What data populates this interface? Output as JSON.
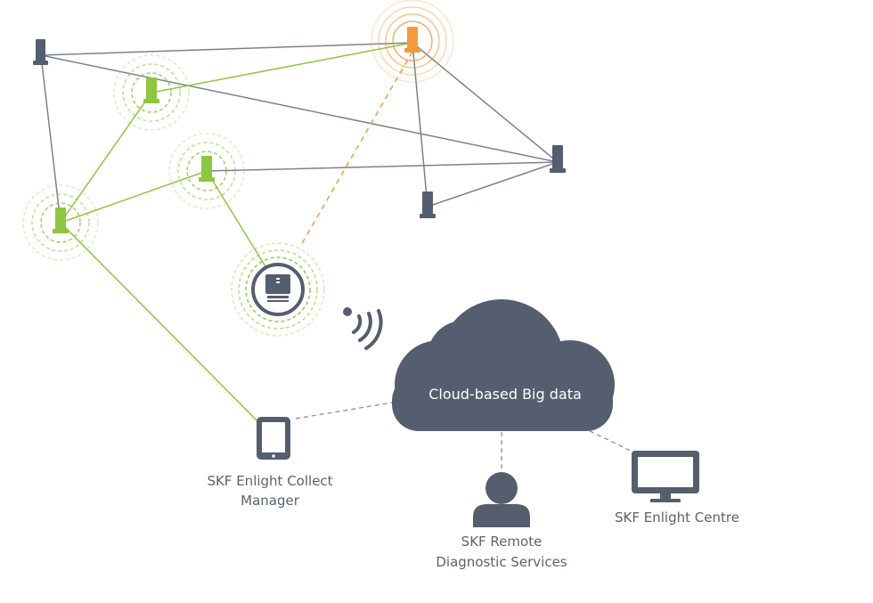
{
  "colors": {
    "background": "#ffffff",
    "slate": "#545e6e",
    "green": "#8dc63f",
    "orange": "#f39a3d",
    "gray_link": "#7a8290",
    "label": "#5a6270",
    "dashed_link": "#8a8f97"
  },
  "icons": {
    "sensors": "sensor-node-icon",
    "gateway": "gateway-monitor-icon",
    "wireless": "wireless-signal-icon",
    "tablet": "tablet-icon",
    "user": "user-silhouette-icon",
    "desktop": "desktop-monitor-icon",
    "cloud": "cloud-icon"
  },
  "cloud": {
    "label": "Cloud-based Big data"
  },
  "endpoints": {
    "collect_manager": {
      "line1": "SKF Enlight Collect",
      "line2": "Manager"
    },
    "remote_diagnostic": {
      "line1": "SKF Remote",
      "line2": "Diagnostic Services"
    },
    "enlight_centre": {
      "label": "SKF Enlight Centre"
    }
  }
}
